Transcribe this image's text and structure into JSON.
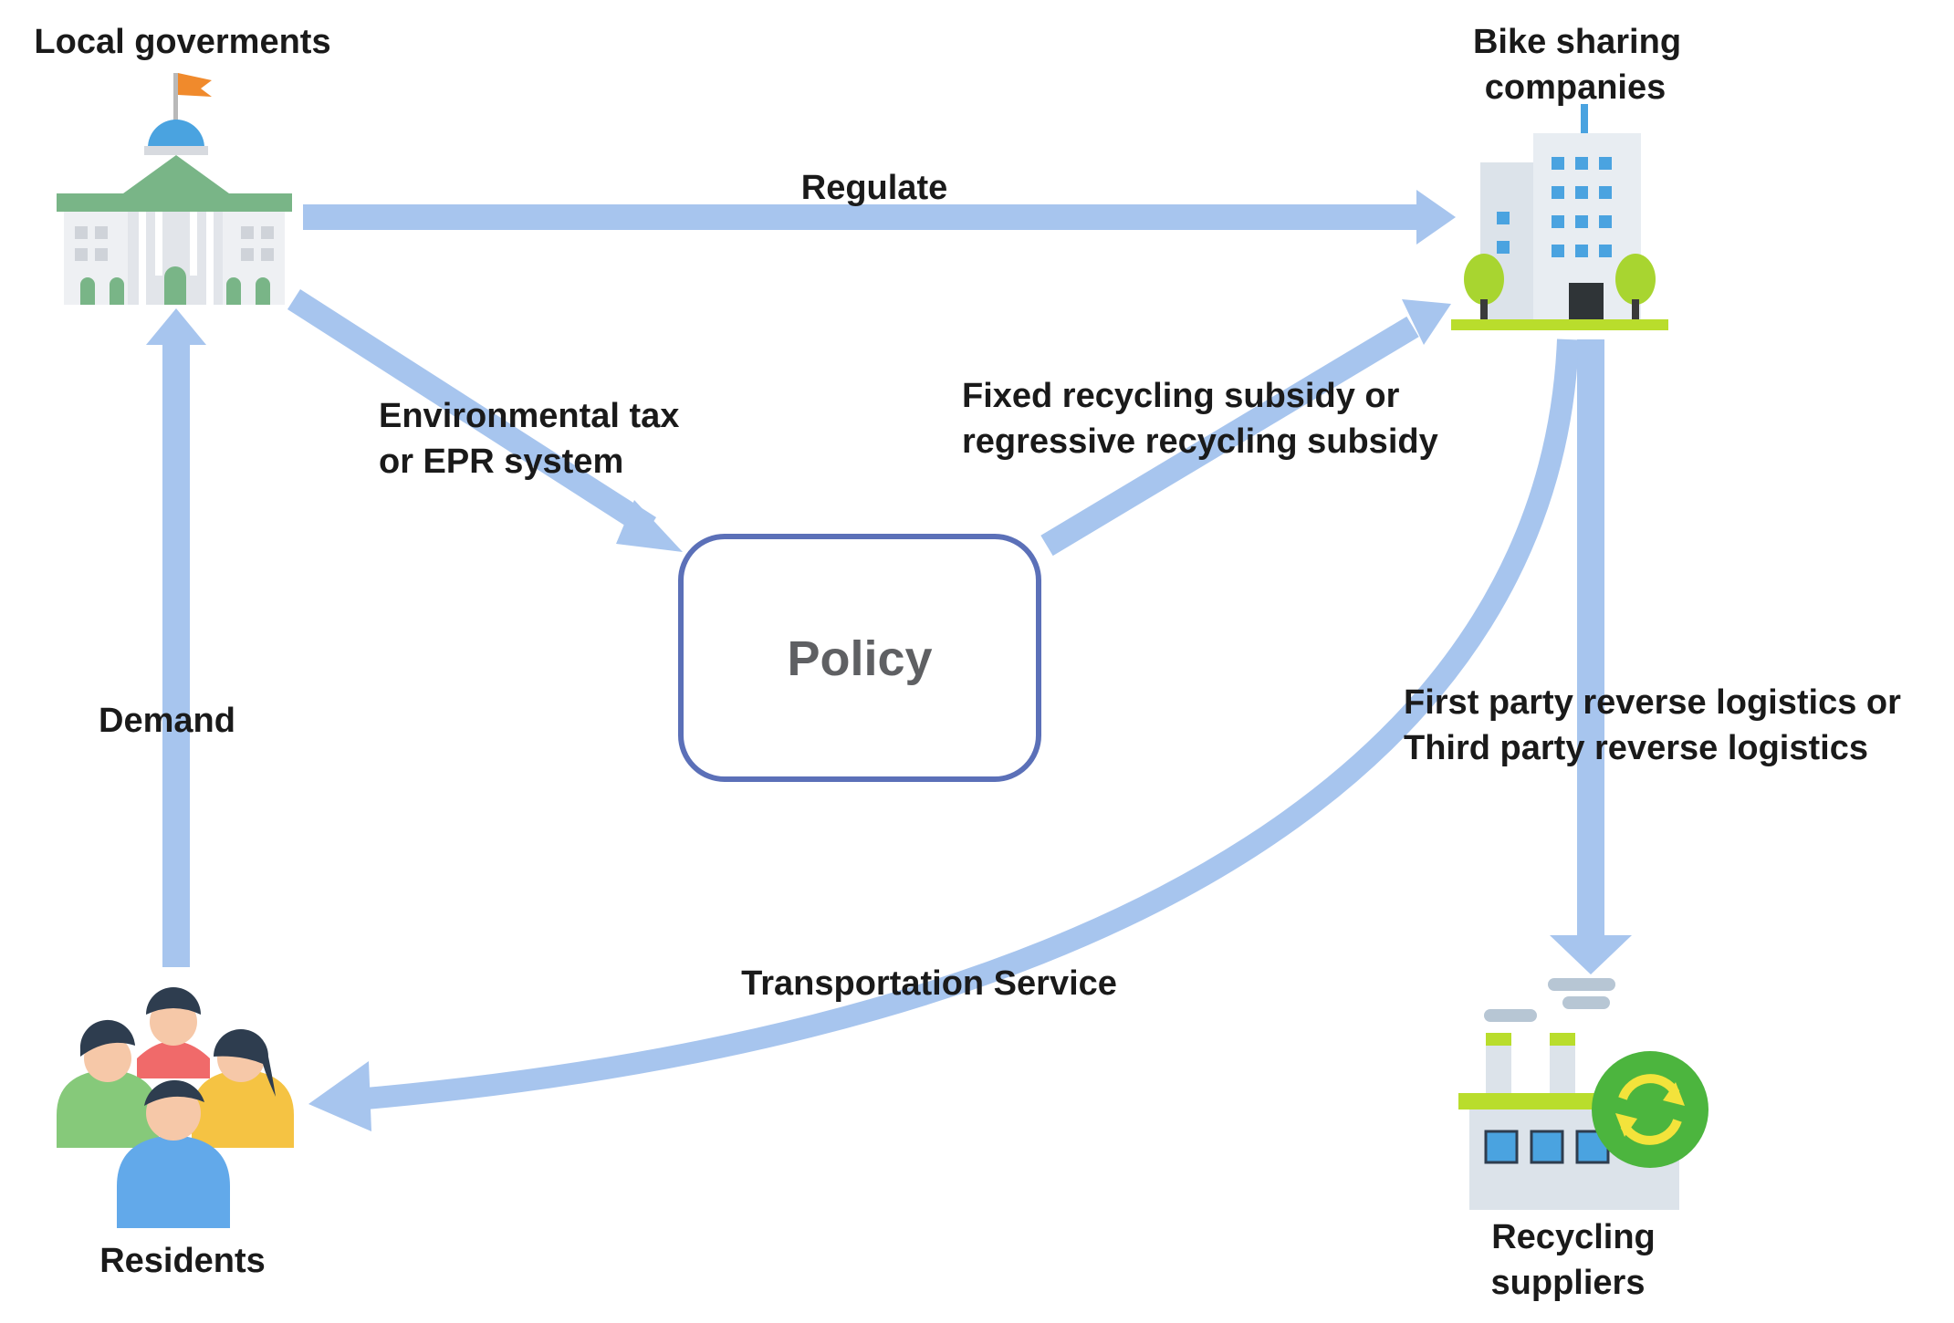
{
  "nodes": {
    "local_governments": {
      "label_line1": "Local goverments",
      "icon": "government-building-icon"
    },
    "bike_sharing_companies": {
      "label_line1": "Bike sharing",
      "label_line2": "companies",
      "icon": "office-building-icon"
    },
    "policy": {
      "label": "Policy"
    },
    "residents": {
      "label": "Residents",
      "icon": "people-group-icon"
    },
    "recycling_suppliers": {
      "label_line1": "Recycling",
      "label_line2": "suppliers",
      "icon": "recycling-factory-icon"
    }
  },
  "edges": {
    "regulate": {
      "label": "Regulate",
      "from": "Local goverments",
      "to": "Bike sharing companies"
    },
    "environmental_tax": {
      "label_line1": "Environmental tax",
      "label_line2": "or EPR system",
      "from": "Local goverments",
      "to": "Policy"
    },
    "recycling_subsidy": {
      "label_line1": "Fixed recycling subsidy or",
      "label_line2": "regressive recycling subsidy",
      "from": "Policy",
      "to": "Bike sharing companies"
    },
    "reverse_logistics": {
      "label_line1": "First party reverse logistics or",
      "label_line2": "Third party reverse logistics",
      "from": "Bike sharing companies",
      "to": "Recycling suppliers"
    },
    "demand": {
      "label": "Demand",
      "from": "Residents",
      "to": "Local goverments"
    },
    "transportation_service": {
      "label": "Transportation Service",
      "from": "Bike sharing companies",
      "to": "Residents"
    }
  },
  "colors": {
    "arrow": "#a7c5ee",
    "policy_border": "#5b70b8",
    "policy_text": "#5f6063",
    "label_text": "#1a1a1a"
  }
}
